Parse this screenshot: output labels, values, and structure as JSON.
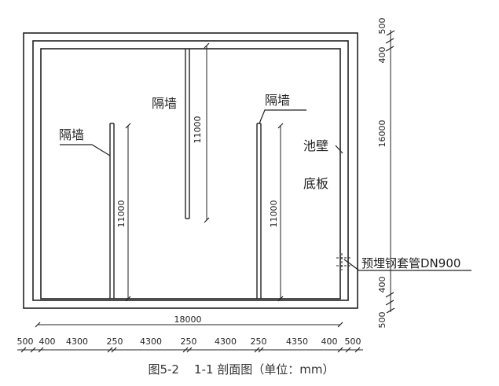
{
  "labels": {
    "partition": "隔墙",
    "pool_wall": "池壁",
    "base_slab": "底板",
    "sleeve": "预埋钢套管DN900"
  },
  "vertical_dims": {
    "wall_left": "11000",
    "wall_center": "11000",
    "wall_right": "11000"
  },
  "right_dims": [
    "500",
    "400",
    "16000",
    "400",
    "500"
  ],
  "overall_width": "18000",
  "bottom_dims": [
    "500",
    "400",
    "4300",
    "250",
    "4300",
    "250",
    "4300",
    "250",
    "4350",
    "400",
    "500"
  ],
  "caption": "图5-2    1-1 剖面图（单位：mm）"
}
